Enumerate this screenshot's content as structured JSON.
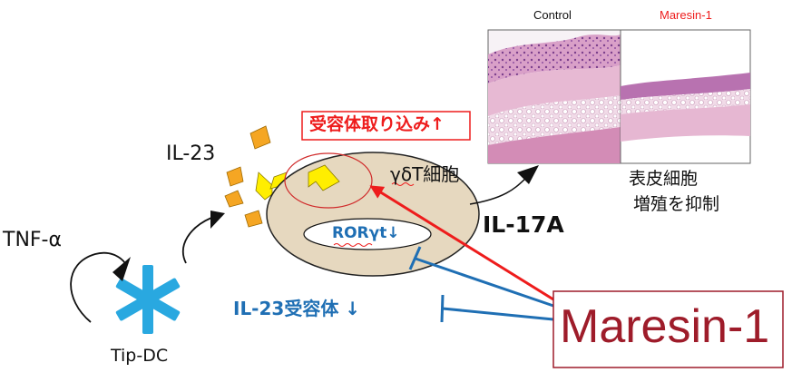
{
  "labels": {
    "il23": "IL-23",
    "tnf": "TNF-α",
    "tip_dc": "Tip-DC",
    "receptor_uptake": "受容体取り込み↑",
    "gd_t_cell": "γδT細胞",
    "roryt": "RORγt↓",
    "il17a": "IL-17A",
    "il23_receptor": "IL-23受容体 ↓",
    "maresin_box": "Maresin-1",
    "epidermis_line1": "表皮細胞",
    "epidermis_line2": "増殖を抑制"
  },
  "histology": {
    "control_title": "Control",
    "maresin_title": "Maresin-1"
  },
  "colors": {
    "red": "#ee1c1c",
    "blue": "#1f6fb4",
    "cell_fill": "#e6d8bf",
    "ligand": "#f5a623",
    "tip_dc": "#29a8e0",
    "maresin_text": "#9e1c2a"
  }
}
